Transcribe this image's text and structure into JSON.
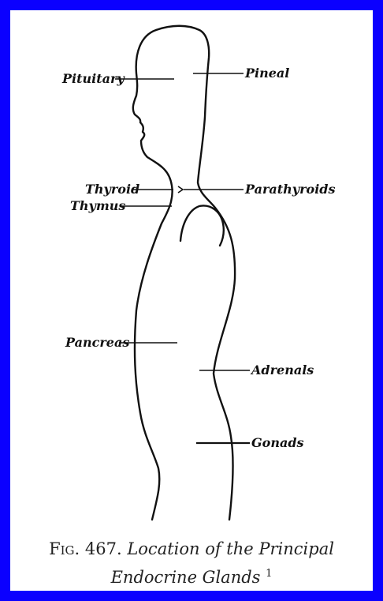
{
  "labels": {
    "pituitary": "Pituitary",
    "pineal": "Pineal",
    "thyroid": "Thyroid",
    "thymus": "Thymus",
    "parathyroids": "Parathyroids",
    "pancreas": "Pancreas",
    "adrenals": "Adrenals",
    "gonads": "Gonads"
  },
  "caption": {
    "figure_number": "Fig. 467.",
    "line1": "Location of the Principal",
    "line2": "Endocrine Glands",
    "footnote_mark": "1"
  },
  "colors": {
    "frame": "#0b00ff",
    "ink": "#111111",
    "paper": "#ffffff"
  }
}
